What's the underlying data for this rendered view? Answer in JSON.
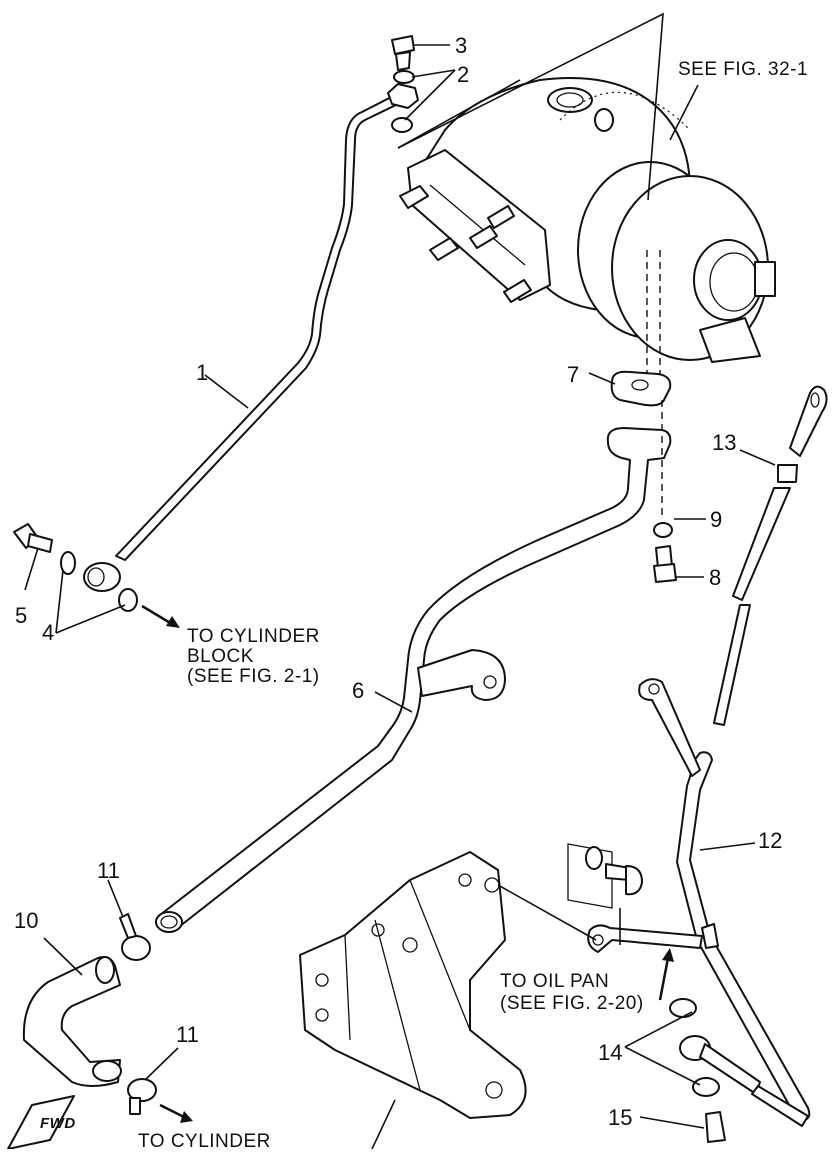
{
  "notes": {
    "see_fig_32_1": "SEE FIG. 32-1",
    "to_cyl_block_1": "TO CYLINDER",
    "to_cyl_block_2": "BLOCK",
    "to_cyl_block_3": "(SEE FIG. 2-1)",
    "to_oil_pan_1": "TO OIL PAN",
    "to_oil_pan_2": "(SEE FIG. 2-20)",
    "to_cyl_bottom": "TO CYLINDER",
    "fwd": "FWD"
  },
  "callouts": {
    "c1": "1",
    "c2": "2",
    "c3": "3",
    "c4": "4",
    "c5": "5",
    "c6": "6",
    "c7": "7",
    "c8": "8",
    "c9": "9",
    "c10": "10",
    "c11a": "11",
    "c11b": "11",
    "c12": "12",
    "c13": "13",
    "c14": "14",
    "c15": "15"
  }
}
